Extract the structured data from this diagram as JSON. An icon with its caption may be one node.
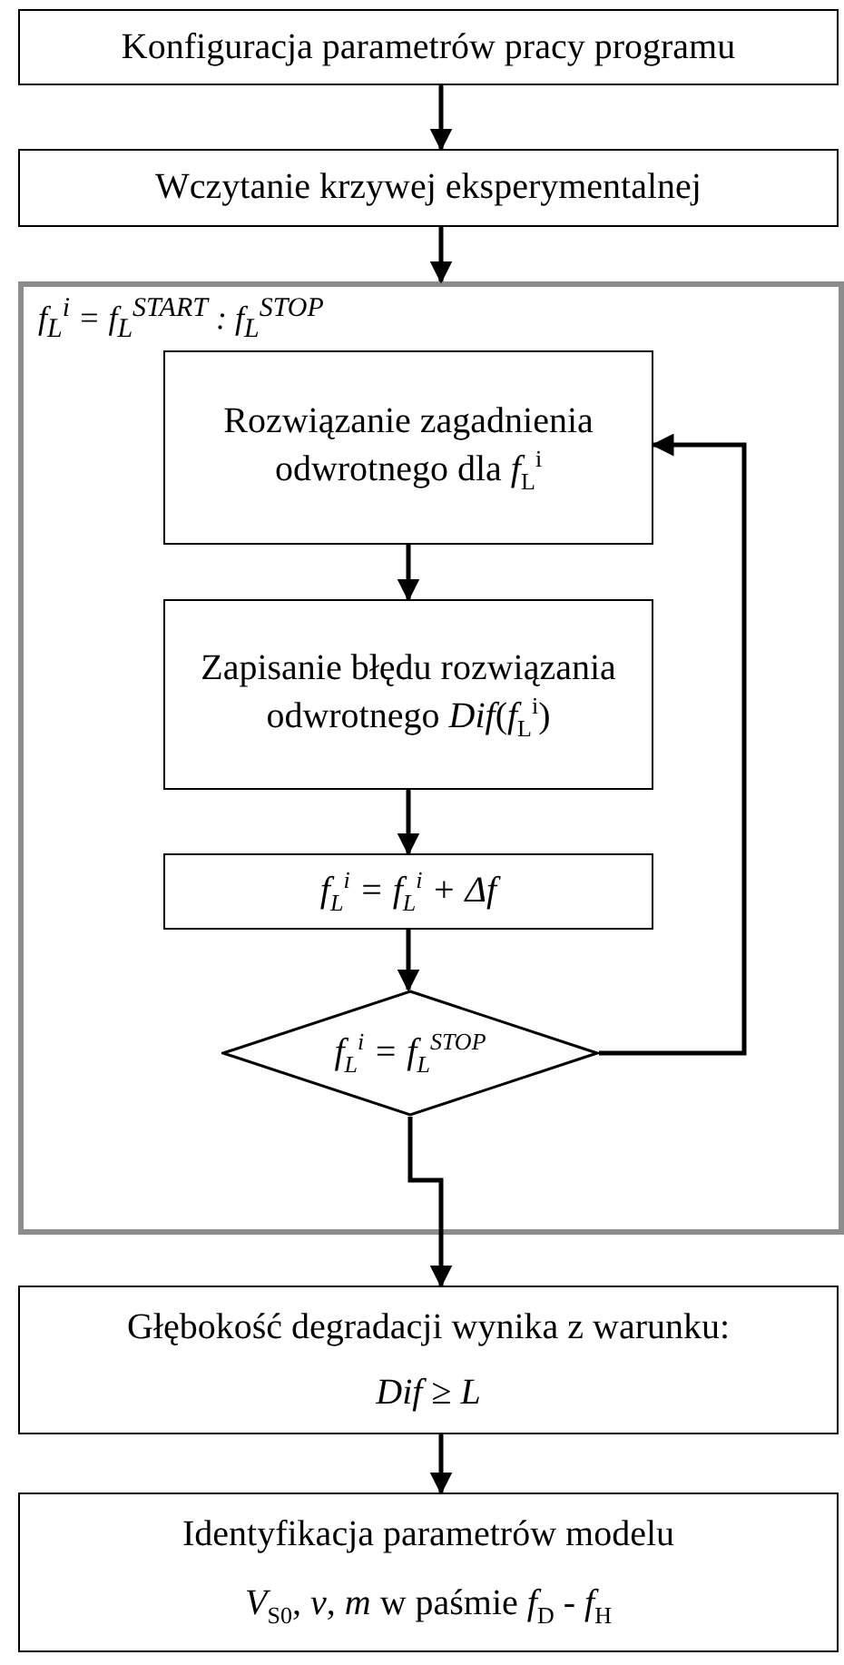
{
  "diagram": {
    "nodes": [
      {
        "text": [
          "Konfiguracja parametrów pracy programu"
        ]
      },
      {
        "text": [
          "Wczytanie krzywej eksperymentalnej"
        ]
      },
      {
        "text": [
          "*f*$_{L}$$^{i}$ = *f*$_{L}$$^{START}$ : *f*$_{L}$$^{STOP}$"
        ]
      },
      {
        "text": [
          "Rozwiązanie zagadnienia odwrotnego dla *f*$_{L}$$^{i}$"
        ],
        "in": 2
      },
      {
        "text": [
          "Zapisanie błędu rozwiązania odwrotnego *Dif*(*f*$_{L}$$^{i}$)"
        ],
        "in": 2
      },
      {
        "text": [
          "*f*$_{L}$$^{i}$ = *f*$_{L}$$^{i}$ + *Δf*"
        ],
        "in": 2
      },
      {
        "text": [
          "*f*$_{L}$$^{i}$ = *f*$_{L}$$^{STOP}$"
        ],
        "in": 2
      },
      {
        "text": [
          "Głębokość degradacji wynika z warunku:",
          "*Dif* ≥ *L*"
        ]
      },
      {
        "text": [
          "Identyfikacja parametrów modelu",
          "*V*$_{S0}$, *ν*, *m* w paśmie *f*$_{D}$ - *f*$_{H}$"
        ]
      }
    ],
    "edges": [
      {
        "from": 0,
        "to": 1,
        "arrow": "to"
      },
      {
        "from": 1,
        "to": 2,
        "arrow": "to"
      },
      {
        "from": 3,
        "to": 4,
        "arrow": "to"
      },
      {
        "from": 4,
        "to": 5,
        "arrow": "to"
      },
      {
        "from": 5,
        "to": 6,
        "arrow": "to"
      },
      {
        "from": 6,
        "to": 3,
        "arrow": "to"
      },
      {
        "from": 6,
        "to": 7,
        "arrow": "to"
      },
      {
        "from": 7,
        "to": 8,
        "arrow": "to"
      }
    ]
  }
}
